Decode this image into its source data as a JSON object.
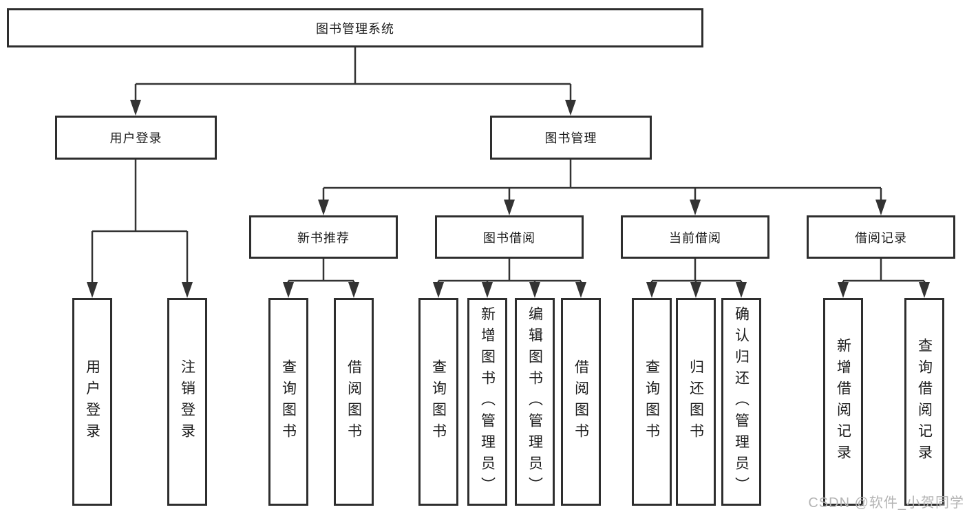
{
  "diagram": {
    "type": "hierarchy-tree",
    "title": "图书管理系统"
  },
  "tree": {
    "label": "图书管理系统",
    "children": [
      {
        "label": "用户登录",
        "children": [
          {
            "label": "用户登录"
          },
          {
            "label": "注销登录"
          }
        ]
      },
      {
        "label": "图书管理",
        "children": [
          {
            "label": "新书推荐",
            "children": [
              {
                "label": "查询图书"
              },
              {
                "label": "借阅图书"
              }
            ]
          },
          {
            "label": "图书借阅",
            "children": [
              {
                "label": "查询图书"
              },
              {
                "label": "新增图书（管理员）"
              },
              {
                "label": "编辑图书（管理员）"
              },
              {
                "label": "借阅图书"
              }
            ]
          },
          {
            "label": "当前借阅",
            "children": [
              {
                "label": "查询图书"
              },
              {
                "label": "归还图书"
              },
              {
                "label": "确认归还（管理员）"
              }
            ]
          },
          {
            "label": "借阅记录",
            "children": [
              {
                "label": "新增借阅记录"
              },
              {
                "label": "查询借阅记录"
              }
            ]
          }
        ]
      }
    ]
  },
  "watermark": {
    "text": "CSDN @软件_小贺同学"
  },
  "colors": {
    "line": "#333333",
    "box_border": "#2e2e2e",
    "text": "#1c1c1c",
    "background": "#ffffff",
    "watermark": "#b4b4b4"
  }
}
